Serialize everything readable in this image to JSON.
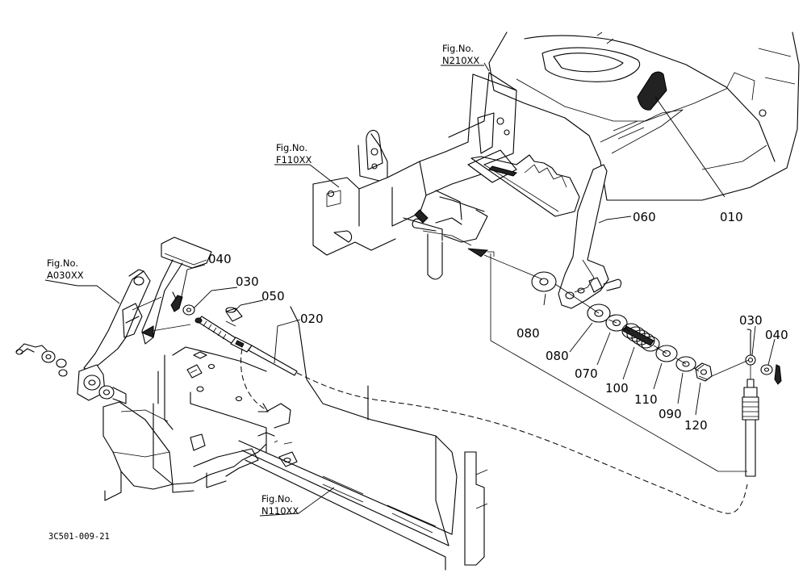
{
  "figure_refs": {
    "n210": {
      "prefix": "Fig.No.",
      "code": "N210XX"
    },
    "f110": {
      "prefix": "Fig.No.",
      "code": "F110XX"
    },
    "a030": {
      "prefix": "Fig.No.",
      "code": "A030XX"
    },
    "n110": {
      "prefix": "Fig.No.",
      "code": "N110XX"
    }
  },
  "parts": {
    "p010": "010",
    "p060": "060",
    "p040a": "040",
    "p030a": "030",
    "p050": "050",
    "p020": "020",
    "p080a": "080",
    "p080b": "080",
    "p070": "070",
    "p100": "100",
    "p110": "110",
    "p090": "090",
    "p120": "120",
    "p030b": "030",
    "p040b": "040"
  },
  "drawing_code": "3C501-009-21"
}
